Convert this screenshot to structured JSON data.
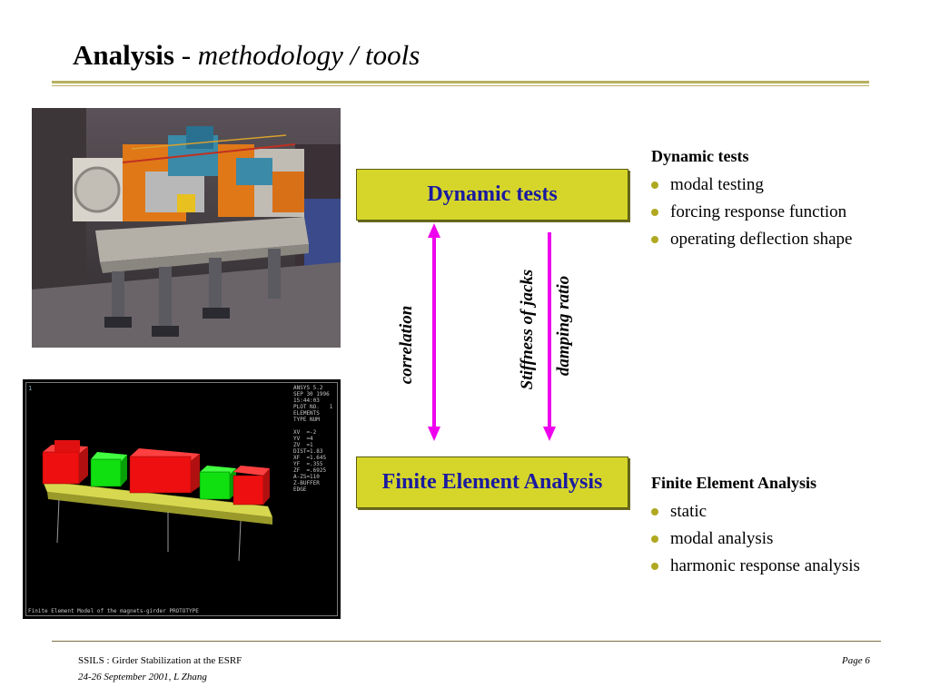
{
  "title": {
    "bold": "Analysis",
    "italic": "- methodology / tools"
  },
  "boxes": {
    "dynamic": "Dynamic tests",
    "fea": "Finite Element Analysis"
  },
  "arrows": {
    "left_label": "correlation",
    "right_label_1": "Stiffness of jacks",
    "right_label_2": "damping ratio",
    "color": "#ee00ee"
  },
  "dynamic_section": {
    "heading": "Dynamic tests",
    "items": [
      "modal testing",
      "forcing response function",
      "operating deflection shape"
    ]
  },
  "fea_section": {
    "heading": "Finite Element Analysis",
    "items": [
      "static",
      "modal analysis",
      "harmonic response analysis"
    ]
  },
  "fea_image": {
    "number": "1",
    "info": "ANSYS 5.2\nSEP 30 1996\n15:44:03\nPLOT NO.   1\nELEMENTS\nTYPE NUM\n\nXV  =-2\nYV  =4\nZV  =1\nDIST=1.83\nXF  =1.645\nYF  =.355\nZF  =.6925\nA-ZS=110\nZ-BUFFER\nEDGE",
    "caption": "Finite Element Model of the magnets-girder PROTOTYPE"
  },
  "footer": {
    "line1": "SSILS  : Girder Stabilization at the ESRF",
    "line2": "24-26 September 2001,   L Zhang",
    "page": "Page 6"
  },
  "colors": {
    "box_fill": "#d6d62a",
    "box_text": "#1a1aa0",
    "bullet": "#b0a820",
    "rule": "#b8b060"
  }
}
